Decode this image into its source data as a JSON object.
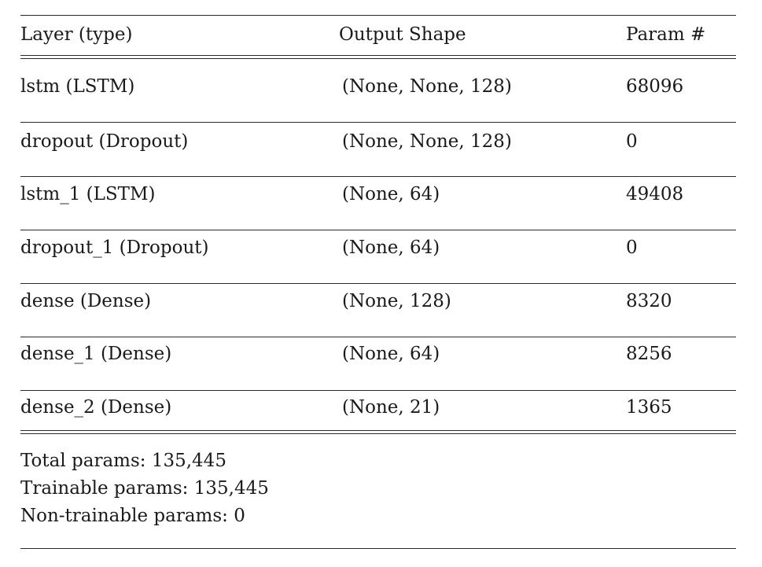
{
  "header": {
    "layer_col": "Layer (type)",
    "shape_col": "Output Shape",
    "param_col": "Param #"
  },
  "layers": [
    {
      "name": "lstm (LSTM)",
      "output_shape": "(None, None, 128)",
      "params": "68096"
    },
    {
      "name": "dropout (Dropout)",
      "output_shape": "(None, None, 128)",
      "params": "0"
    },
    {
      "name": "lstm_1 (LSTM)",
      "output_shape": "(None, 64)",
      "params": "49408"
    },
    {
      "name": "dropout_1 (Dropout)",
      "output_shape": "(None, 64)",
      "params": "0"
    },
    {
      "name": "dense (Dense)",
      "output_shape": "(None, 128)",
      "params": "8320"
    },
    {
      "name": "dense_1 (Dense)",
      "output_shape": "(None, 64)",
      "params": "8256"
    },
    {
      "name": "dense_2 (Dense)",
      "output_shape": "(None, 21)",
      "params": "1365"
    }
  ],
  "totals": {
    "total": "Total params: 135,445",
    "trainable": "Trainable params: 135,445",
    "non_trainable": "Non-trainable params: 0"
  }
}
